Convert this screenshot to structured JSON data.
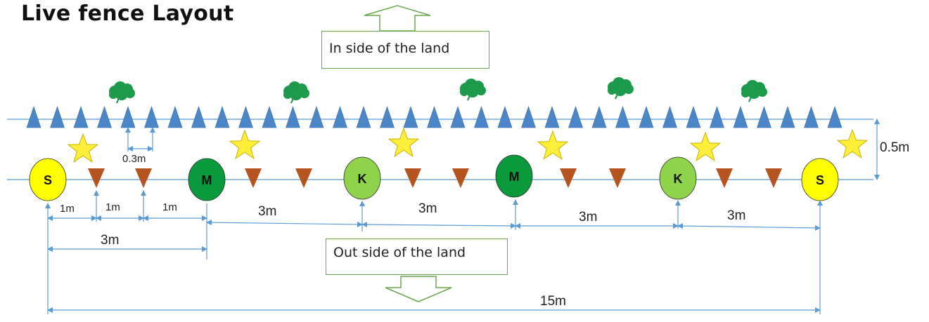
{
  "title": "Live fence Layout",
  "inside_label": "In side of the land",
  "outside_label": "Out side of the land",
  "plants": [
    {
      "letter": "S",
      "color": "#ffff00",
      "text_color": "#111111"
    },
    {
      "letter": "M",
      "color": "#0a9a3c",
      "text_color": "#111111"
    },
    {
      "letter": "K",
      "color": "#8ed34a",
      "text_color": "#111111"
    },
    {
      "letter": "M",
      "color": "#0a9a3c",
      "text_color": "#111111"
    },
    {
      "letter": "K",
      "color": "#8ed34a",
      "text_color": "#111111"
    },
    {
      "letter": "S",
      "color": "#ffff00",
      "text_color": "#111111"
    }
  ],
  "dimensions": {
    "top_row_spacing": "0.3m",
    "row_gap": "0.5m",
    "first_segment": [
      "1m",
      "1m",
      "1m"
    ],
    "first_segment_total": "3m",
    "segments": [
      "3m",
      "3m",
      "3m",
      "3m"
    ],
    "total": "15m"
  },
  "colors": {
    "blue_triangle": "#4a86c8",
    "brown_triangle": "#b5541e",
    "star": "#ffef3a",
    "shrub": "#1d9a4b",
    "lines": "#5b9bd5",
    "arrow_outline": "#6aa84f"
  }
}
